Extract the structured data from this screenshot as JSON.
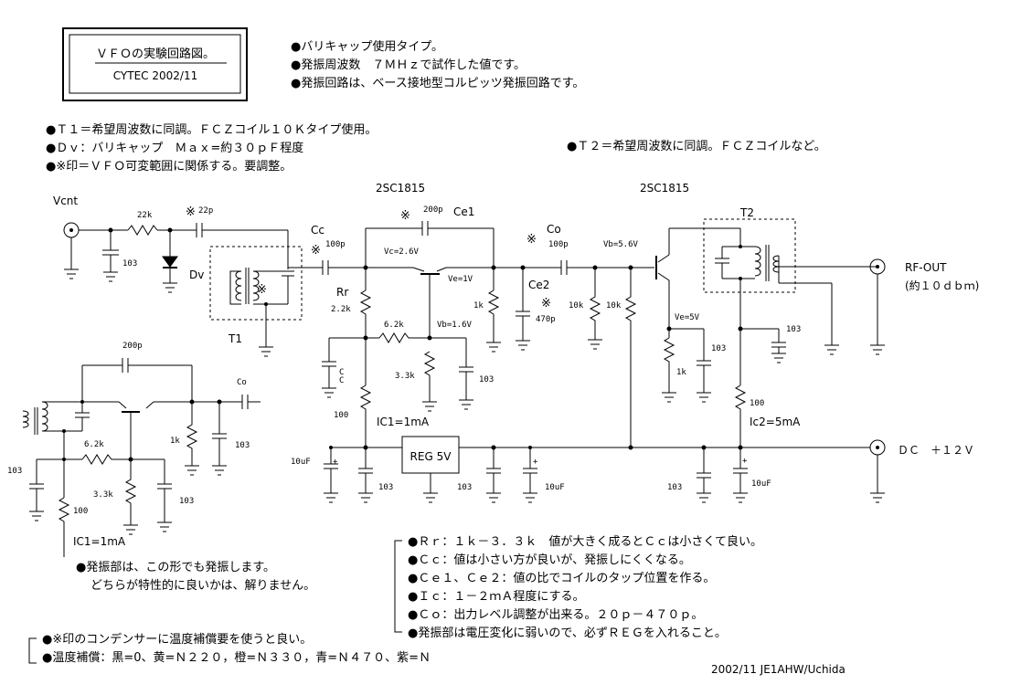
{
  "title_box": {
    "title": "ＶＦＯの実験回路図。",
    "subtitle": "CYTEC 2002/11"
  },
  "intro_notes": [
    "●バリキャップ使用タイプ。",
    "●発振周波数　７ＭＨｚで試作した値です。",
    "●発振回路は、ベース接地型コルピッツ発振回路です。"
  ],
  "notes_left": [
    "●Ｔ１＝希望周波数に同調。ＦＣＺコイル１０Ｋタイプ使用。",
    "●Ｄｖ：バリキャップ　Ｍａｘ=約３０ｐＦ程度",
    "●※印＝ＶＦＯ可変範囲に関係する。要調整。"
  ],
  "note_t2": "●Ｔ２＝希望周波数に同調。ＦＣＺコイルなど。",
  "labels": {
    "vcnt": "Vcnt",
    "r22k": "22k",
    "c22p": "22p",
    "c103a": "103",
    "dv": "Dv",
    "t1": "T1",
    "t2": "T2",
    "cc": "Cc",
    "cc_val": "100p",
    "q1": "2SC1815",
    "q2": "2SC1815",
    "ce1_val": "200p",
    "ce1": "Ce1",
    "co": "Co",
    "co_val": "100p",
    "vc": "Vc=2.6V",
    "ve": "Ve=1V",
    "vb": "Vb=1.6V",
    "vb2": "Vb=5.6V",
    "ve2": "Ve=5V",
    "rr": "Rr",
    "rr_val": "2.2k",
    "r62k": "6.2k",
    "r33k": "3.3k",
    "c103b": "103",
    "r1k": "1k",
    "ce2": "Ce2",
    "ce2_val": "470p",
    "r10ka": "10k",
    "r10kb": "10k",
    "c_small": "C",
    "r100": "100",
    "ic1": "IC1=1mA",
    "reg": "REG 5V",
    "c10uf_a": "10uF",
    "c103c": "103",
    "c103d": "103",
    "c10uf_b": "10uF",
    "r1k_2": "1k",
    "c103e": "103",
    "c103f": "103",
    "r100_2": "100",
    "ic2": "Ic2=5mA",
    "c103g": "103",
    "c10uf_c": "10uF",
    "rfout": "RF-OUT",
    "rfout_sub": "(約１０ｄｂｍ)",
    "dc": "ＤＣ　＋１２Ｖ",
    "alt_200p": "200p",
    "alt_co": "Co",
    "alt_62k": "6.2k",
    "alt_1k": "1k",
    "alt_103a": "103",
    "alt_103b": "103",
    "alt_33k": "3.3k",
    "alt_103c": "103",
    "alt_100": "100",
    "alt_ic1": "IC1=1mA"
  },
  "alt_note": [
    "●発振部は、この形でも発振します。",
    "どちらが特性的に良いかは、解りません。"
  ],
  "tips": [
    "●Ｒｒ：１ｋ－３．３ｋ　値が大きく成るとＣｃは小さくて良い。",
    "●Ｃｃ：値は小さい方が良いが、発振しにくくなる。",
    "●Ｃｅ１、Ｃｅ２：値の比でコイルのタップ位置を作る。",
    "●Ｉｃ：１－２ｍＡ程度にする。",
    "●Ｃｏ：出力レベル調整が出来る。２０ｐ－４７０ｐ。",
    "●発振部は電圧変化に弱いので、必ずＲＥＧを入れること。"
  ],
  "temp_notes": [
    "●※印のコンデンサーに温度補償要を使うと良い。",
    "●温度補償：黒=0、黄=Ｎ２２０，橙=Ｎ３３０，青=Ｎ４７０、紫=Ｎ"
  ],
  "footer": "2002/11 JE1AHW/Uchida"
}
